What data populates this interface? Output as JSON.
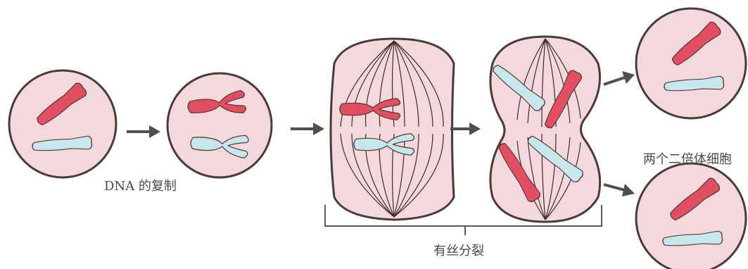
{
  "colors": {
    "maternal_chromosome": "#e34f62",
    "paternal_chromosome": "#c6e7ec",
    "cell_fill": "#f4d9dc",
    "outline": "#4a3a3a"
  },
  "labels": {
    "replication": "DNA 的复制",
    "mitosis": "有丝分裂",
    "daughter_cells": "两个二倍体细胞"
  }
}
